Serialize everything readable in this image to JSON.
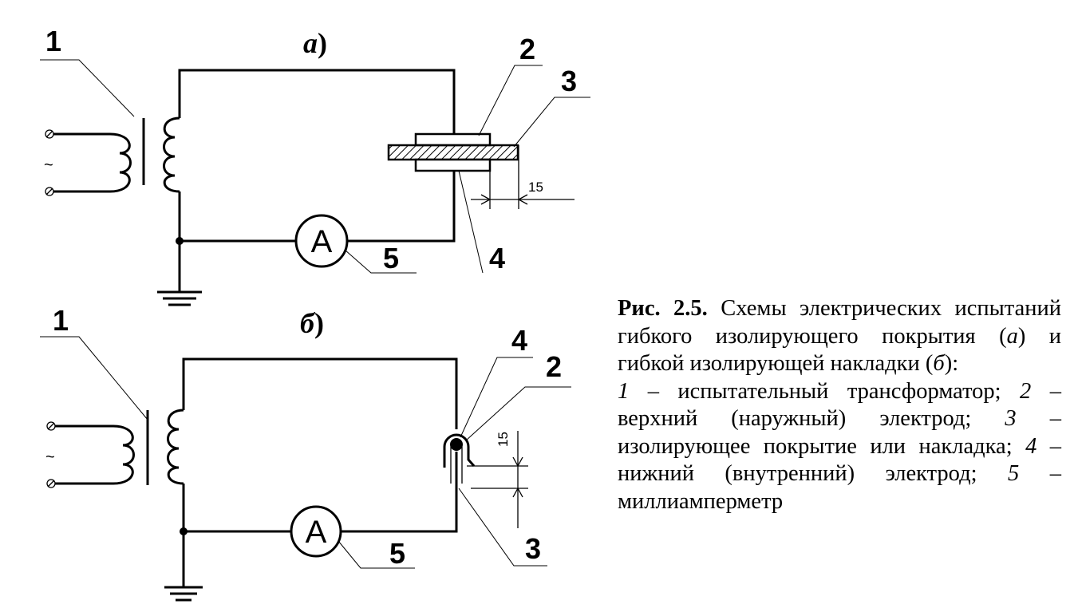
{
  "diagram": {
    "panel_a": {
      "label": "а",
      "paren": ")",
      "callouts": [
        "1",
        "2",
        "3",
        "4",
        "5"
      ],
      "meter": "A",
      "dimension": "15",
      "source_symbol": "~"
    },
    "panel_b": {
      "label": "б",
      "paren": ")",
      "callouts": [
        "1",
        "4",
        "2",
        "3",
        "5"
      ],
      "meter": "A",
      "dimension": "15",
      "source_symbol": "~"
    }
  },
  "caption": {
    "number": "Рис. 2.5.",
    "title_before_a": " Схемы электрических испытаний гибкого изолирующего покрытия (",
    "a_ref": "а",
    "title_middle": ") и гибкой изолирующей накладки (",
    "b_ref": "б",
    "title_end": "):",
    "legend": [
      {
        "num": "1",
        "text": " – испытательный трансформатор; "
      },
      {
        "num": "2",
        "text": " – верхний (наружный) электрод; "
      },
      {
        "num": "3",
        "text": " – изолирующее покрытие или накладка; "
      },
      {
        "num": "4",
        "text": " – нижний (внутренний) электрод; "
      },
      {
        "num": "5",
        "text": " – миллиамперметр"
      }
    ]
  }
}
